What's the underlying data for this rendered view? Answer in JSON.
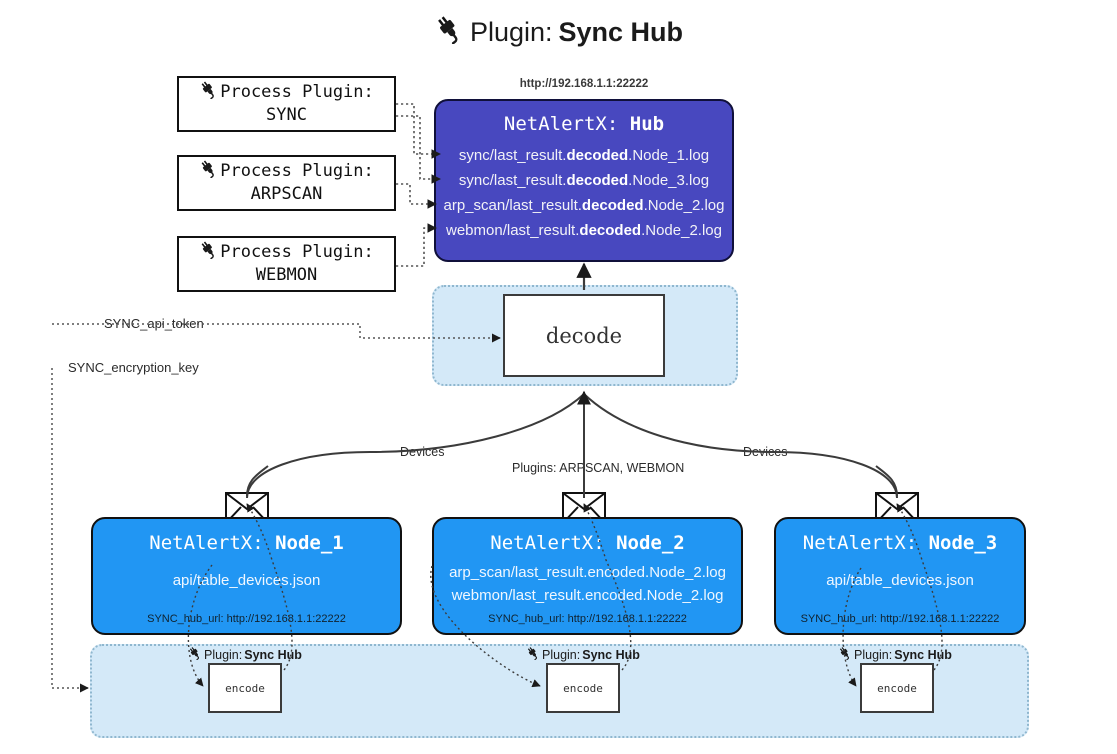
{
  "page": {
    "title_icon": "plug-icon",
    "title_prefix": "Plugin:",
    "title_name": "Sync Hub"
  },
  "process_plugins": [
    {
      "line1": "Process Plugin:",
      "line2": "SYNC",
      "icon": "plug-icon"
    },
    {
      "line1": "Process Plugin:",
      "line2": "ARPSCAN",
      "icon": "plug-icon"
    },
    {
      "line1": "Process Plugin:",
      "line2": "WEBMON",
      "icon": "plug-icon"
    }
  ],
  "hub": {
    "url": "http://192.168.1.1:22222",
    "title_prefix": "NetAlertX:",
    "title_name": "Hub",
    "logs": [
      {
        "pre": "sync/last_result.",
        "mid": "decoded",
        "post": ".Node_1.log"
      },
      {
        "pre": "sync/last_result.",
        "mid": "decoded",
        "post": ".Node_3.log"
      },
      {
        "pre": "arp_scan/last_result.",
        "mid": "decoded",
        "post": ".Node_2.log"
      },
      {
        "pre": "webmon/last_result.",
        "mid": "decoded",
        "post": ".Node_2.log"
      }
    ]
  },
  "decode": {
    "label": "decode"
  },
  "secrets": {
    "api_token": "SYNC_api_token",
    "encryption_key": "SYNC_encryption_key"
  },
  "edge_labels": {
    "devices_left": "Devices",
    "plugins_center": "Plugins: ARPSCAN, WEBMON",
    "devices_right": "Devices"
  },
  "nodes": [
    {
      "icon": "envelope-icon",
      "title_prefix": "NetAlertX:",
      "title_name": "Node_1",
      "lines": [
        "api/table_devices.json"
      ],
      "footer": "SYNC_hub_url: http://192.168.1.1:22222"
    },
    {
      "icon": "envelope-icon",
      "title_prefix": "NetAlertX:",
      "title_name": "Node_2",
      "lines": [
        "arp_scan/last_result.encoded.Node_2.log",
        "webmon/last_result.encoded.Node_2.log"
      ],
      "footer": "SYNC_hub_url: http://192.168.1.1:22222"
    },
    {
      "icon": "envelope-icon",
      "title_prefix": "NetAlertX:",
      "title_name": "Node_3",
      "lines": [
        "api/table_devices.json"
      ],
      "footer": "SYNC_hub_url: http://192.168.1.1:22222"
    }
  ],
  "encoders": [
    {
      "plugin_prefix": "Plugin:",
      "plugin_name": "Sync Hub",
      "label": "encode",
      "icon": "plug-icon"
    },
    {
      "plugin_prefix": "Plugin:",
      "plugin_name": "Sync Hub",
      "label": "encode",
      "icon": "plug-icon"
    },
    {
      "plugin_prefix": "Plugin:",
      "plugin_name": "Sync Hub",
      "label": "encode",
      "icon": "plug-icon"
    }
  ],
  "colors": {
    "hub_fill": "#4848bf",
    "node_fill": "#2196f3",
    "container_fill": "#d4e9f8",
    "container_border": "#8fb7cf",
    "stroke": "#3b3b3b"
  }
}
